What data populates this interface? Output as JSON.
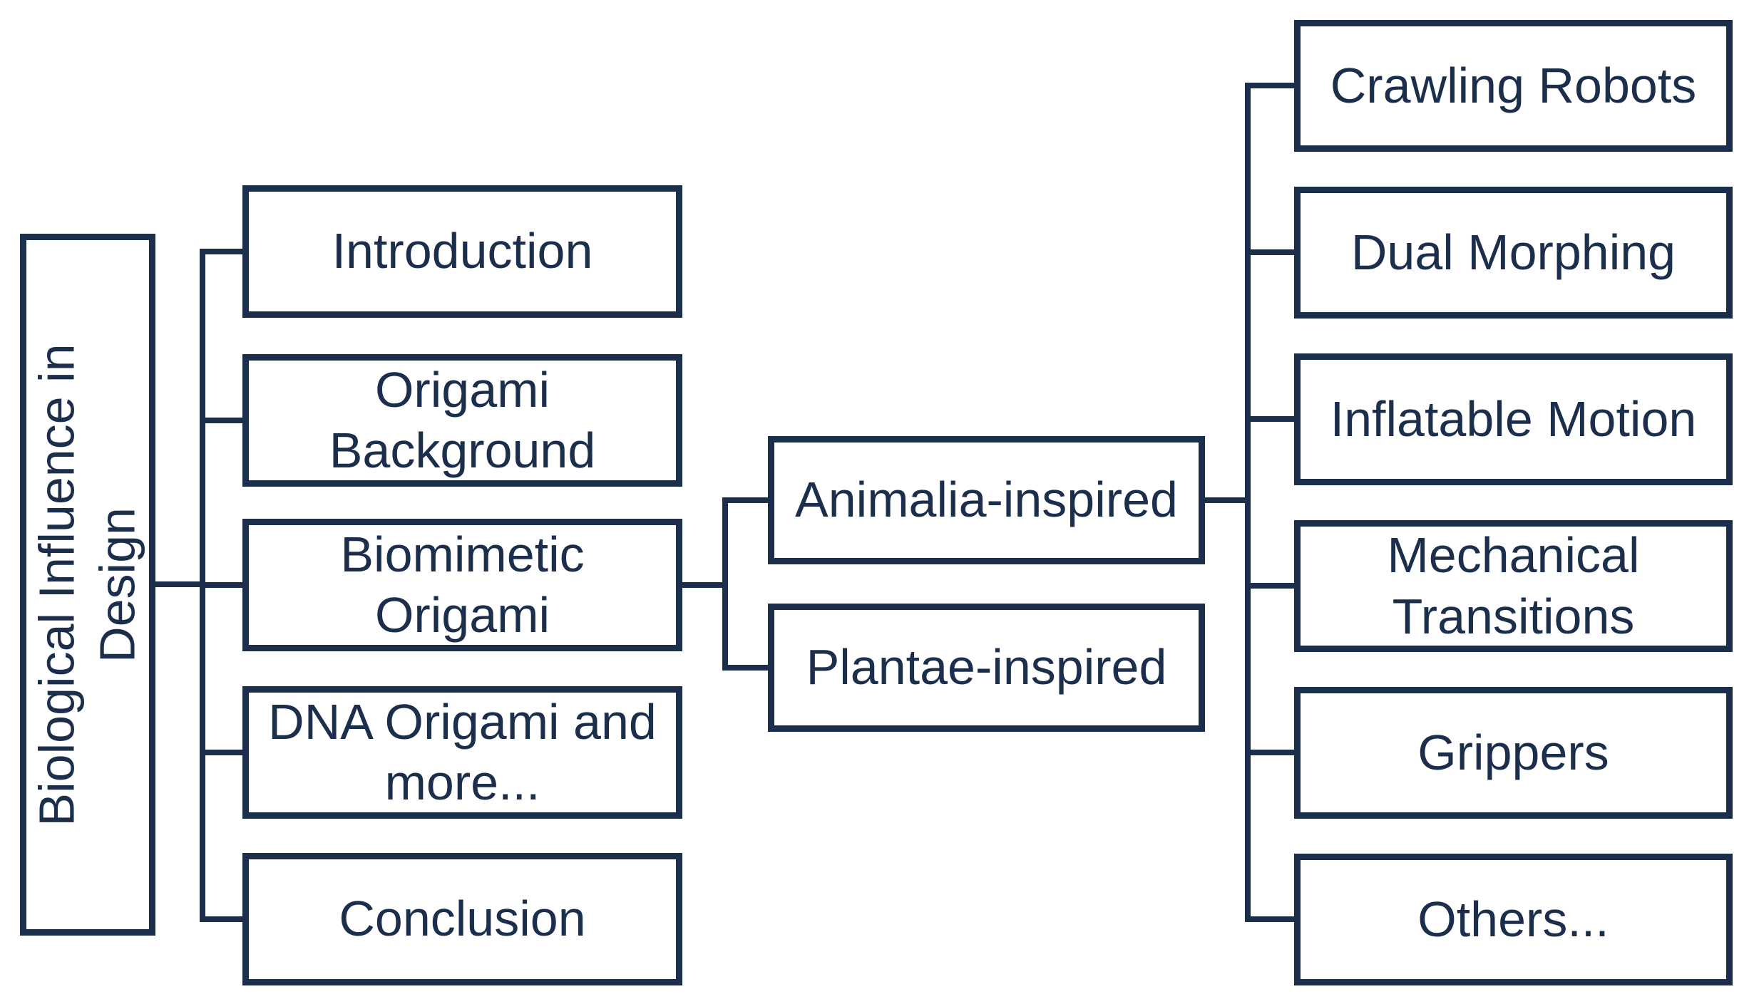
{
  "diagram": {
    "title_hint": "hierarchy outline diagram",
    "colors": {
      "ink": "#1b2e4b",
      "background": "#ffffff"
    },
    "root": {
      "label": "Biological Influence in Design"
    },
    "level1": [
      {
        "label": "Introduction"
      },
      {
        "label": "Origami Background"
      },
      {
        "label": "Biomimetic Origami"
      },
      {
        "label": "DNA Origami and more..."
      },
      {
        "label": "Conclusion"
      }
    ],
    "level2": [
      {
        "label": "Animalia-inspired"
      },
      {
        "label": "Plantae-inspired"
      }
    ],
    "level3": [
      {
        "label": "Crawling Robots"
      },
      {
        "label": "Dual Morphing"
      },
      {
        "label": "Inflatable Motion"
      },
      {
        "label": "Mechanical Transitions"
      },
      {
        "label": "Grippers"
      },
      {
        "label": "Others..."
      }
    ]
  }
}
